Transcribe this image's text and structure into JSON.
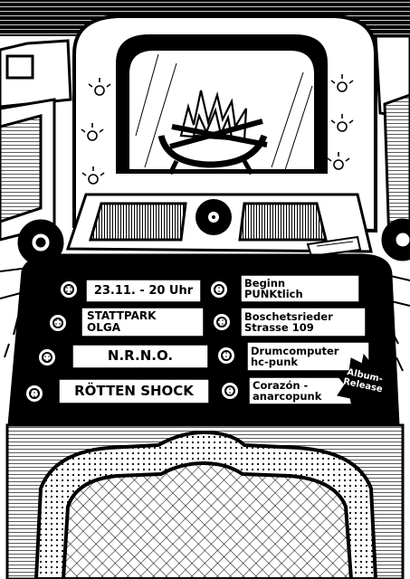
{
  "colors": {
    "ink": "#000000",
    "paper": "#ffffff"
  },
  "left_labels": [
    {
      "lines": [
        "23.11. - 20 Uhr"
      ]
    },
    {
      "lines": [
        "STATTPARK",
        "OLGA"
      ]
    },
    {
      "lines": [
        "N.R.N.O."
      ]
    },
    {
      "lines": [
        "RÖTTEN SHOCK"
      ]
    }
  ],
  "right_labels": [
    {
      "lines": [
        "Beginn",
        "PUNKtlich"
      ]
    },
    {
      "lines": [
        "Boschetsrieder",
        "Strasse 109"
      ]
    },
    {
      "lines": [
        "Drumcomputer",
        "hc-punk"
      ]
    },
    {
      "lines": [
        "Corazón -",
        "anarcopunk"
      ]
    }
  ],
  "badge": {
    "lines": [
      "Album-",
      "Release"
    ]
  },
  "icons": [
    "lightbulb-icon",
    "campfire-icon",
    "record-icon",
    "knob-icon"
  ]
}
